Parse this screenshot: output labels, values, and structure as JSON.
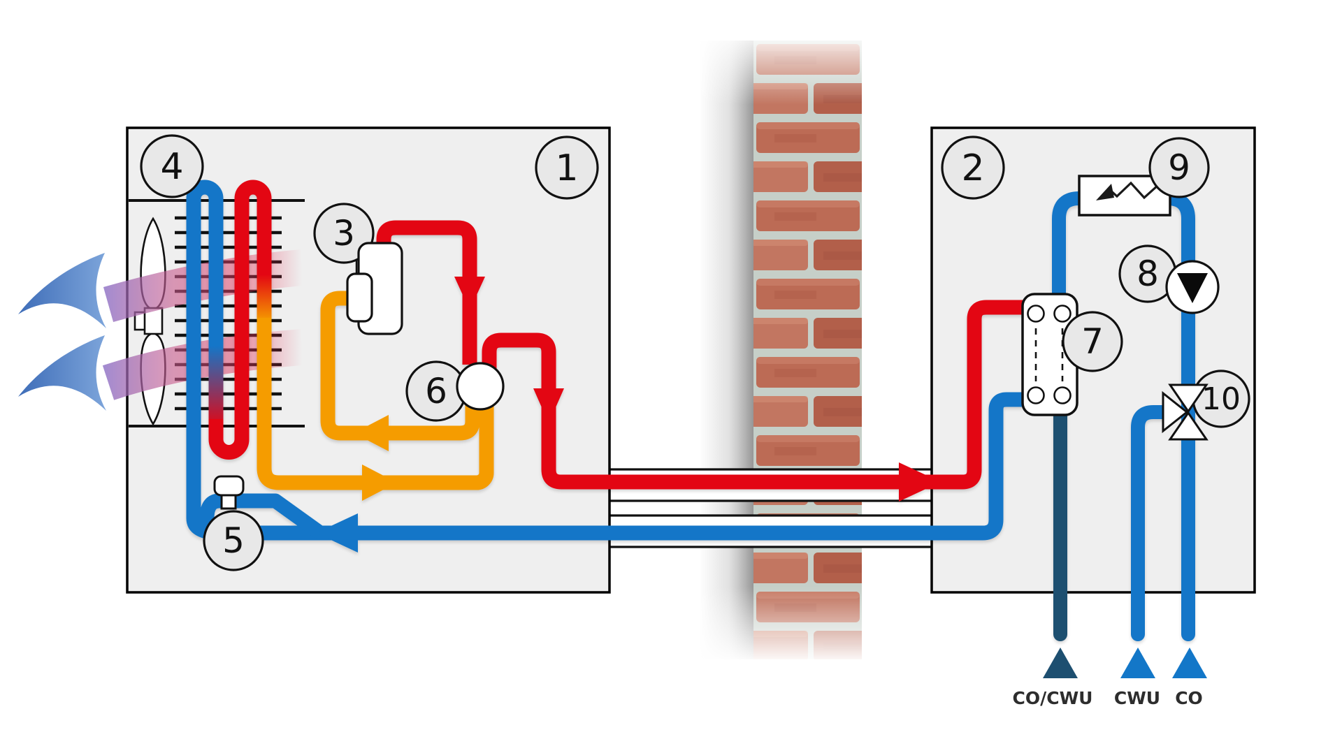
{
  "badges": {
    "n1": "1",
    "n2": "2",
    "n3": "3",
    "n4": "4",
    "n5": "5",
    "n6": "6",
    "n7": "7",
    "n8": "8",
    "n9": "9",
    "n10": "10"
  },
  "labels": {
    "co_cwu": "CO/CWU",
    "cwu": "CWU",
    "co": "CO"
  },
  "icons": {
    "outdoor_unit_box": "outdoor-unit-box",
    "indoor_unit_box": "indoor-unit-box",
    "brick_wall": "brick-wall",
    "fan": "fan-icon",
    "evaporator_coil": "evaporator-coil-icon",
    "compressor": "compressor-icon",
    "expansion_valve": "expansion-valve-icon",
    "reversing_valve": "reversing-valve-icon",
    "plate_heat_exchanger": "plate-heat-exchanger-icon",
    "circulation_pump": "circulation-pump-icon",
    "electric_heater": "electric-heater-icon",
    "three_way_valve": "three-way-valve-icon",
    "airflow_arrows": "airflow-arrow-icon"
  },
  "colors": {
    "hot_pipe": "#e30613",
    "cold_pipe": "#1476c8",
    "suction_pipe": "#f59c00",
    "return_dark_pipe": "#1d4f70",
    "box_fill": "#efefef",
    "box_border": "#000000",
    "badge_fill": "#e8e8e8",
    "brick": "#b86753",
    "mortar": "#c6cfc8",
    "air_arrow_blue": "#4f7fc4",
    "air_stream_pink": "#d9546e"
  }
}
